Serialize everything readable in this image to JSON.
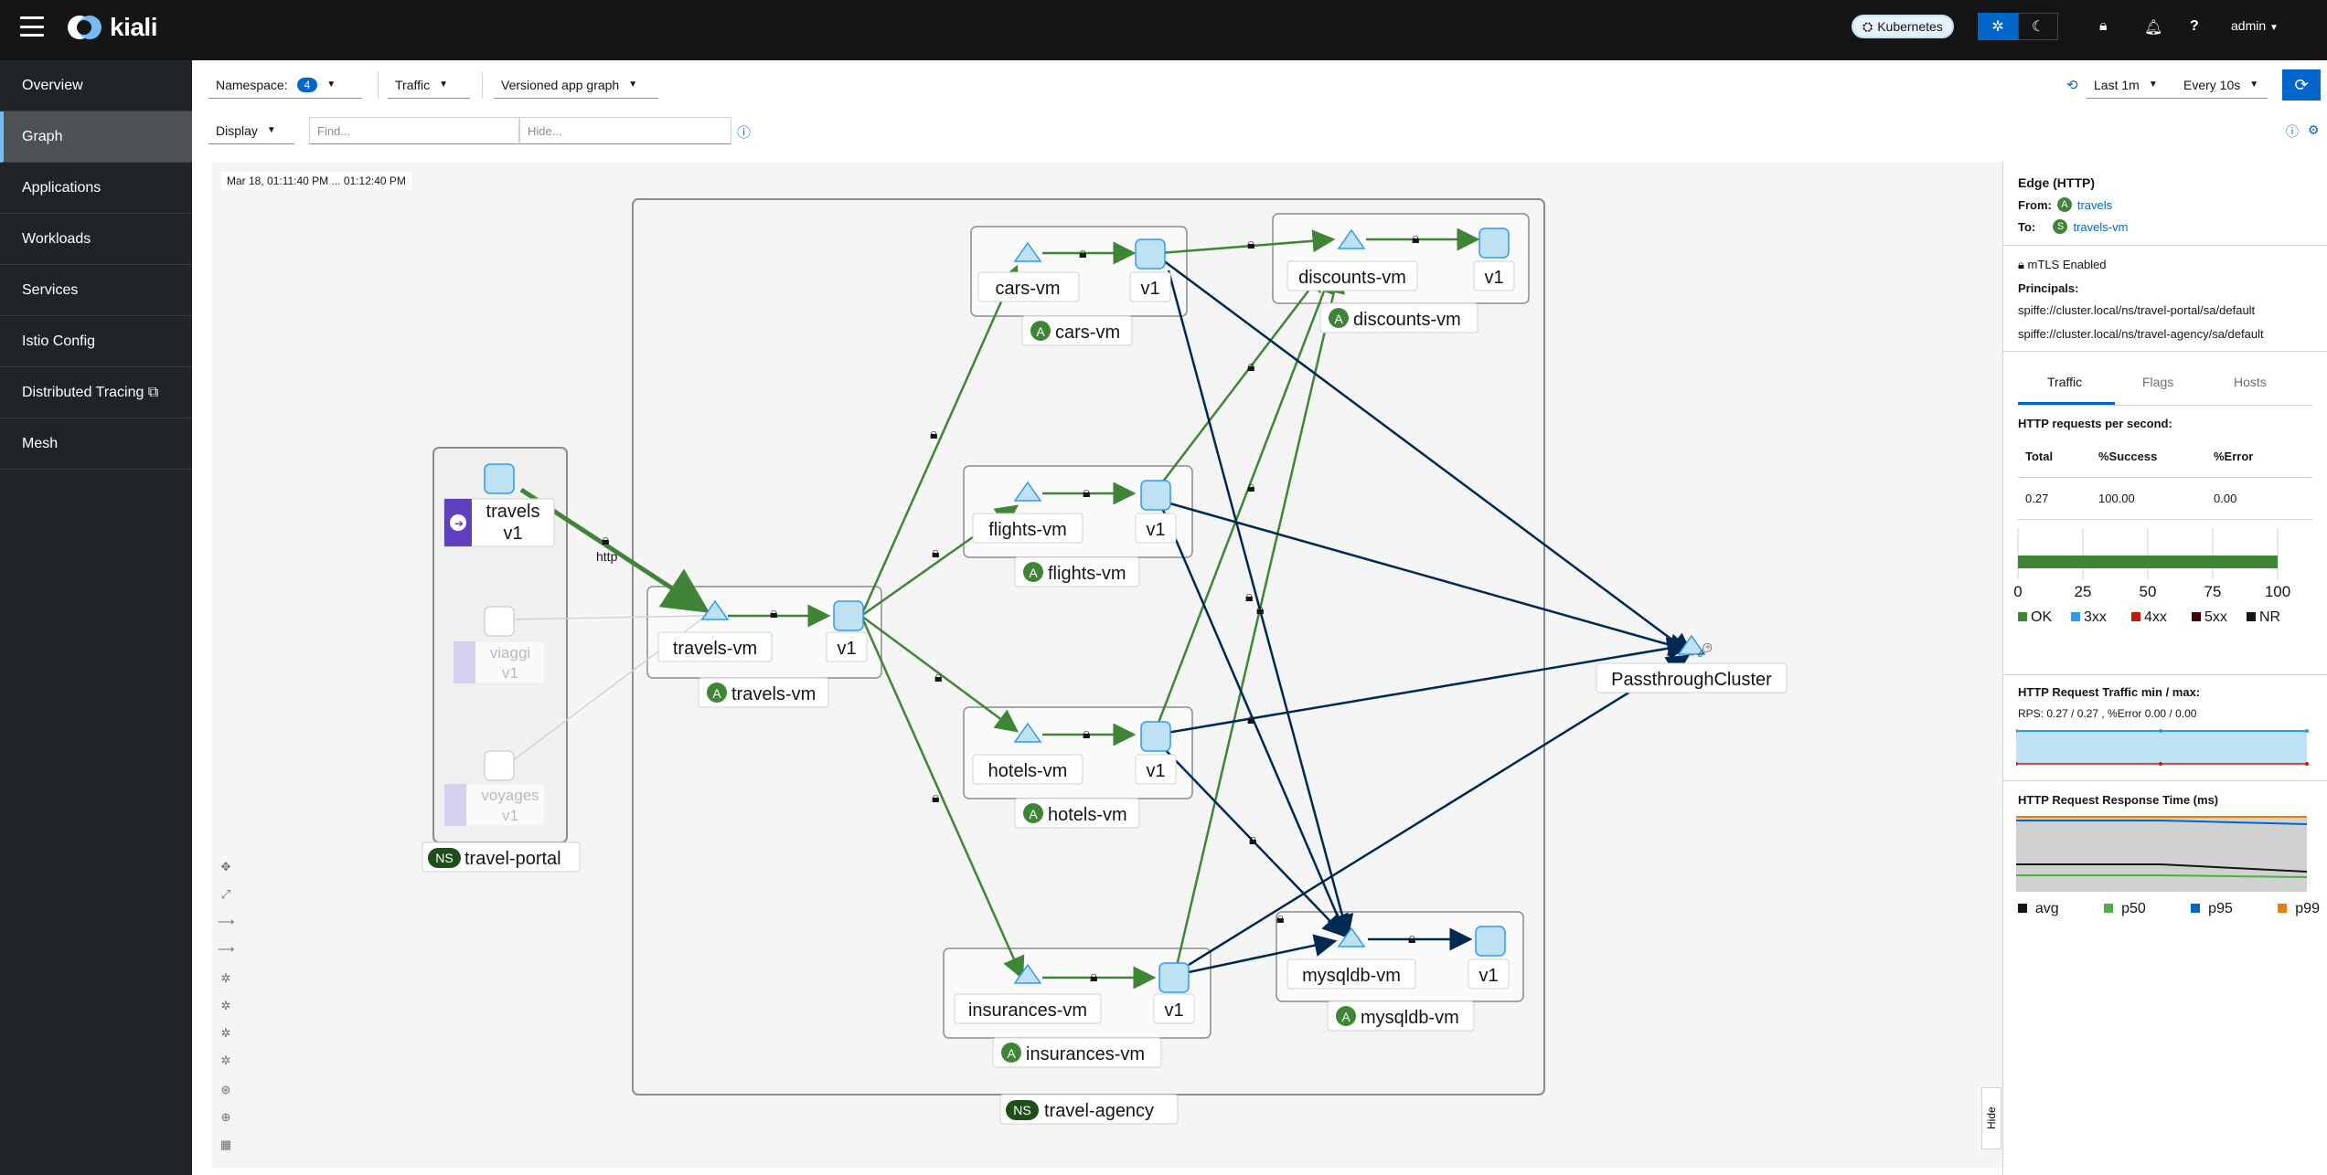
{
  "app": {
    "name": "kiali"
  },
  "topbar": {
    "cluster": "Kubernetes",
    "user": "admin"
  },
  "sidebar": {
    "items": [
      {
        "label": "Overview"
      },
      {
        "label": "Graph"
      },
      {
        "label": "Applications"
      },
      {
        "label": "Workloads"
      },
      {
        "label": "Services"
      },
      {
        "label": "Istio Config"
      },
      {
        "label": "Distributed Tracing"
      },
      {
        "label": "Mesh"
      }
    ]
  },
  "toolbar": {
    "namespace_label": "Namespace:",
    "namespace_count": "4",
    "traffic_label": "Traffic",
    "graph_type": "Versioned app graph",
    "display_label": "Display",
    "find_placeholder": "Find...",
    "hide_placeholder": "Hide...",
    "duration": "Last 1m",
    "refresh": "Every 10s"
  },
  "graph": {
    "timestamp": "Mar 18, 01:11:40 PM ... 01:12:40 PM",
    "edge_protocol": "http",
    "boxes": {
      "travel_portal": "travel-portal",
      "travel_agency": "travel-agency",
      "cars": "cars-vm",
      "discounts": "discounts-vm",
      "flights": "flights-vm",
      "travels_vm": "travels-vm",
      "hotels": "hotels-vm",
      "insurances": "insurances-vm",
      "mysqldb": "mysqldb-vm"
    },
    "nodes": {
      "travels_name": "travels",
      "travels_ver": "v1",
      "viaggi_name": "viaggi",
      "viaggi_ver": "v1",
      "voyages_name": "voyages",
      "voyages_ver": "v1",
      "travels_vm_svc": "travels-vm",
      "travels_vm_ver": "v1",
      "cars_svc": "cars-vm",
      "cars_ver": "v1",
      "discounts_svc": "discounts-vm",
      "discounts_ver": "v1",
      "flights_svc": "flights-vm",
      "flights_ver": "v1",
      "hotels_svc": "hotels-vm",
      "hotels_ver": "v1",
      "insurances_svc": "insurances-vm",
      "insurances_ver": "v1",
      "mysqldb_svc": "mysqldb-vm",
      "mysqldb_ver": "v1",
      "passthrough": "PassthroughCluster"
    },
    "badges": {
      "app": "A",
      "ns": "NS",
      "svc": "S"
    }
  },
  "panel": {
    "title": "Edge (HTTP)",
    "from_label": "From:",
    "from_value": "travels",
    "to_label": "To:",
    "to_value": "travels-vm",
    "mtls": "mTLS Enabled",
    "principals_label": "Principals:",
    "principal1": "spiffe://cluster.local/ns/travel-portal/sa/default",
    "principal2": "spiffe://cluster.local/ns/travel-agency/sa/default",
    "tabs": [
      "Traffic",
      "Flags",
      "Hosts"
    ],
    "rps_title": "HTTP requests per second:",
    "table_headers": [
      "Total",
      "%Success",
      "%Error"
    ],
    "table_values": [
      "0.27",
      "100.00",
      "0.00"
    ],
    "bar_ok_percent": 100,
    "bar_ticks": [
      "0",
      "25",
      "50",
      "75",
      "100"
    ],
    "legend": [
      "OK",
      "3xx",
      "4xx",
      "5xx",
      "NR"
    ],
    "legend_colors": [
      "#3e8635",
      "#2b9af3",
      "#c9190b",
      "#470000",
      "#151515"
    ],
    "minmax_title": "HTTP Request Traffic min / max:",
    "minmax_value": "RPS: 0.27 / 0.27 , %Error 0.00 / 0.00",
    "resp_title": "HTTP Request Response Time (ms)",
    "resp_legend": [
      "avg",
      "p50",
      "p95",
      "p99"
    ],
    "resp_colors": [
      "#151515",
      "#4cb140",
      "#06c",
      "#ec7a08"
    ],
    "hide_label": "Hide"
  }
}
